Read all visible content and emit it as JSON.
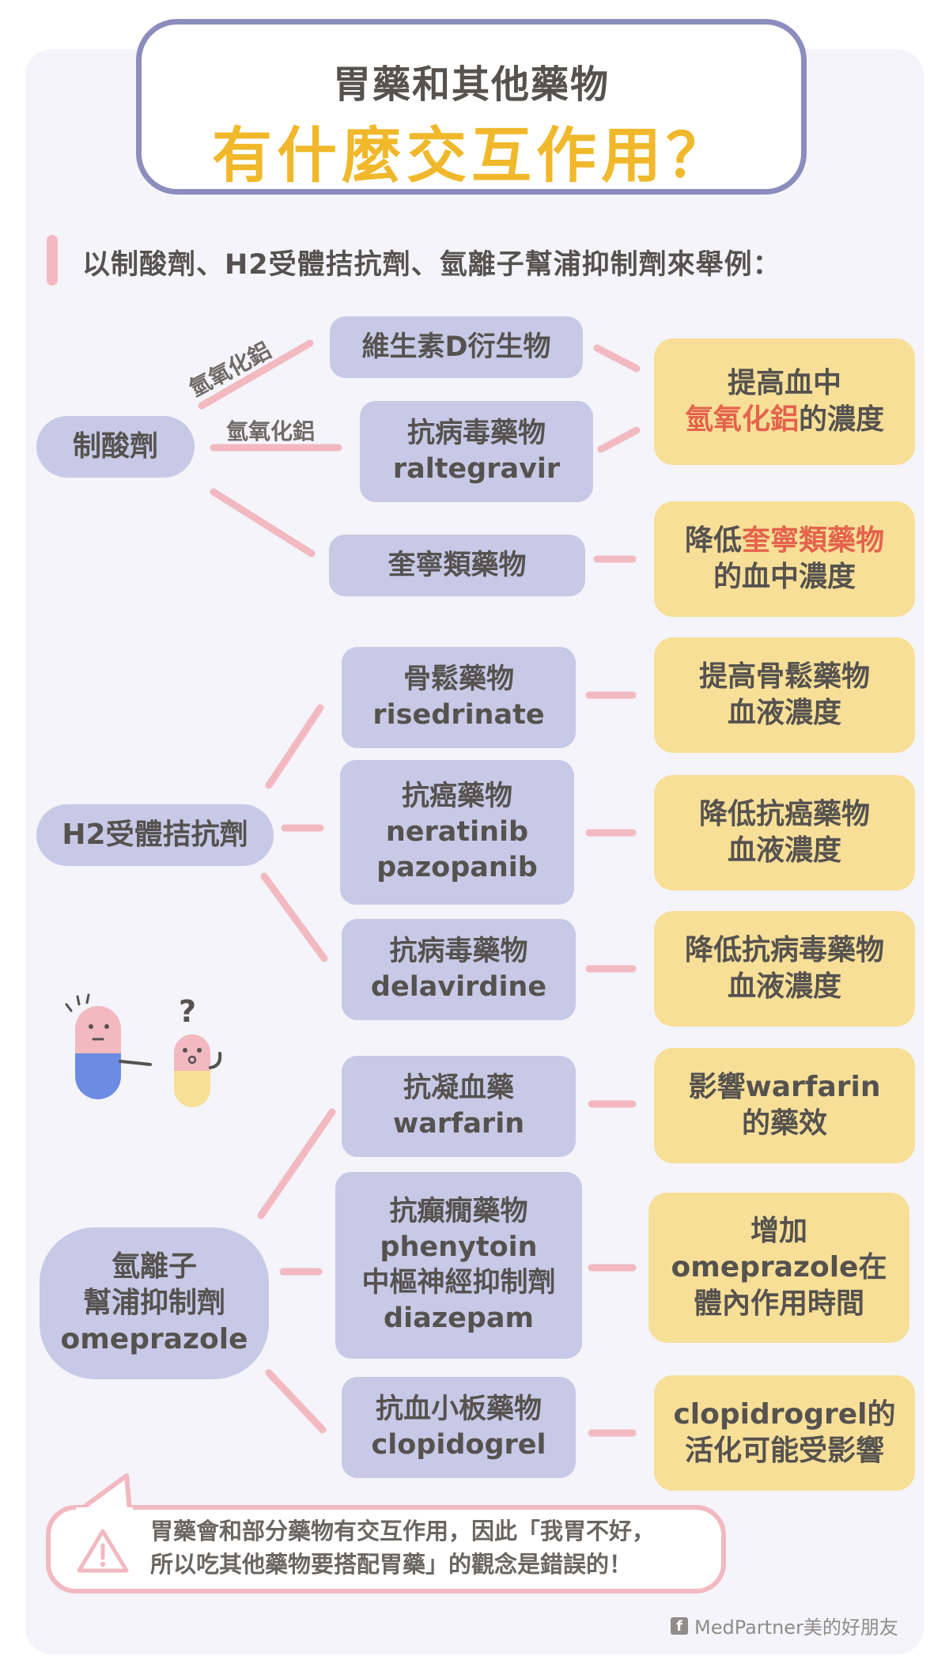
{
  "title": {
    "subtitle": "胃藥和其他藥物",
    "main": "有什麼交互作用？"
  },
  "intro": "以制酸劑、H2受體拮抗劑、氫離子幫浦抑制劑來舉例：",
  "groups": [
    {
      "category": [
        "制酸劑"
      ],
      "edge_labels": [
        "氫氧化鋁",
        "氫氧化鋁"
      ],
      "drugs": [
        {
          "lines": [
            "維生素D衍生物"
          ]
        },
        {
          "lines": [
            "抗病毒藥物",
            "raltegravir"
          ]
        },
        {
          "lines": [
            "奎寧類藥物"
          ]
        }
      ],
      "results": [
        {
          "line1": "提高血中",
          "line2_highlight": "氫氧化鋁",
          "line2_rest": "的濃度"
        },
        {
          "line1_plain": "降低",
          "line1_highlight": "奎寧類藥物",
          "line2": "的血中濃度"
        }
      ]
    },
    {
      "category": [
        "H2受體拮抗劑"
      ],
      "drugs": [
        {
          "lines": [
            "骨鬆藥物",
            "risedrinate"
          ]
        },
        {
          "lines": [
            "抗癌藥物",
            "neratinib",
            "pazopanib"
          ]
        },
        {
          "lines": [
            "抗病毒藥物",
            "delavirdine"
          ]
        }
      ],
      "results": [
        {
          "lines": [
            "提高骨鬆藥物",
            "血液濃度"
          ]
        },
        {
          "lines": [
            "降低抗癌藥物",
            "血液濃度"
          ]
        },
        {
          "lines": [
            "降低抗病毒藥物",
            "血液濃度"
          ]
        }
      ]
    },
    {
      "category": [
        "氫離子",
        "幫浦抑制劑",
        "omeprazole"
      ],
      "drugs": [
        {
          "lines": [
            "抗凝血藥",
            "warfarin"
          ]
        },
        {
          "lines": [
            "抗癲癇藥物",
            "phenytoin",
            "中樞神經抑制劑",
            "diazepam"
          ]
        },
        {
          "lines": [
            "抗血小板藥物",
            "clopidogrel"
          ]
        }
      ],
      "results": [
        {
          "lines": [
            "影響warfarin",
            "的藥效"
          ]
        },
        {
          "lines": [
            "增加",
            "omeprazole在",
            "體內作用時間"
          ]
        },
        {
          "lines": [
            "clopidrogrel的",
            "活化可能受影響"
          ]
        }
      ]
    }
  ],
  "callout": {
    "line1": "胃藥會和部分藥物有交互作用，因此「我胃不好，",
    "line2": "所以吃其他藥物要搭配胃藥」的觀念是錯誤的！"
  },
  "credit": "MedPartner美的好朋友",
  "colors": {
    "title_border": "#8c8dbd",
    "title_accent": "#f0b82a",
    "node_purple": "#c8c9e6",
    "node_yellow": "#f7df98",
    "connector_pink": "#f2b9c0",
    "highlight_red": "#e4634c"
  },
  "icons": [
    "warning-icon",
    "facebook-icon",
    "pill-characters-illustration"
  ]
}
